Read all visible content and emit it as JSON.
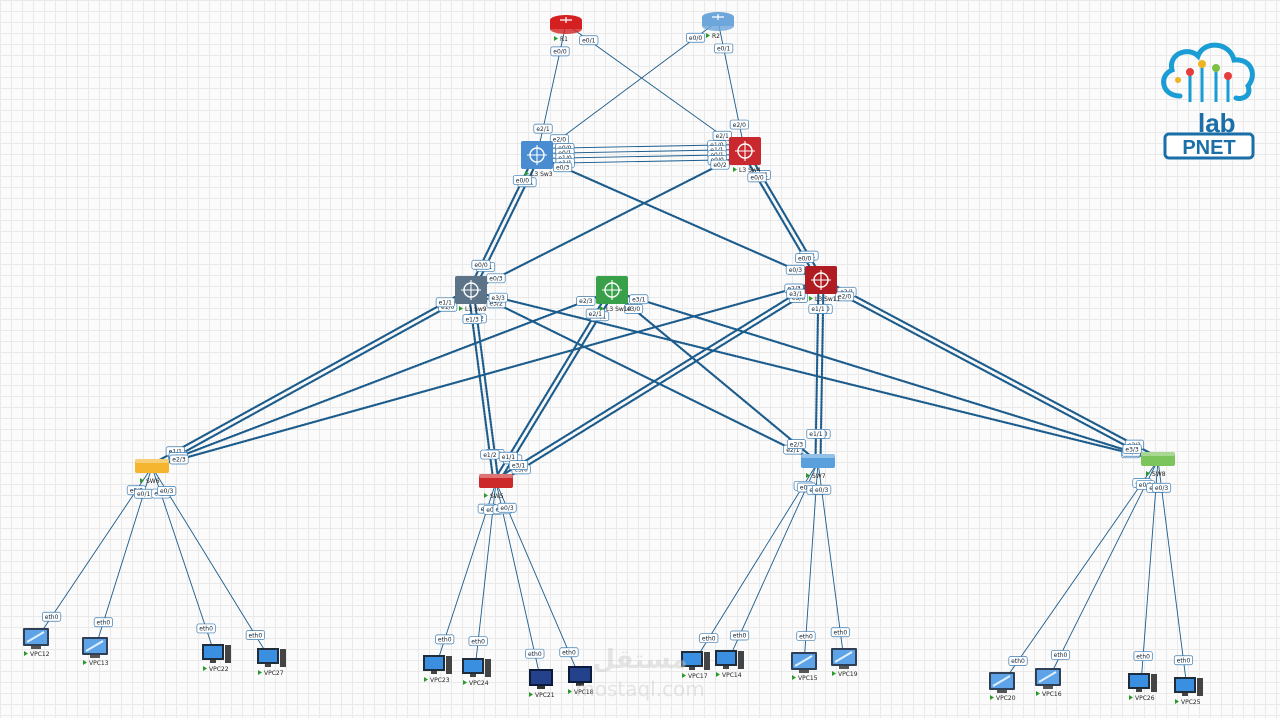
{
  "colors": {
    "link": "#1c5c8c",
    "portFill": "#ffffff",
    "portStroke": "#3a7bb0",
    "routerRed": "#d42020",
    "routerBlue": "#6ea6dc",
    "l3Blue": "#4a8cd0",
    "l3Red": "#c8282e",
    "l3Grey": "#5c7388",
    "l3Green": "#38a048",
    "l3DarkRed": "#b01c22",
    "swYellow": "#f5b52e",
    "swRed": "#cc2a2a",
    "swBlue": "#5aa0dc",
    "swGreen": "#7cc45c"
  },
  "logo": {
    "top": "lab",
    "bottom": "PNET",
    "icon": "cloud-circuit-icon"
  },
  "watermark": {
    "top": "مستقل",
    "bottom": "mostaql.com"
  },
  "devices": [
    {
      "id": "R1",
      "label": "R1",
      "type": "router",
      "color": "routerRed"
    },
    {
      "id": "R2",
      "label": "R2",
      "type": "router",
      "color": "routerBlue"
    },
    {
      "id": "SW3",
      "label": "L3 Sw3",
      "type": "l3",
      "color": "l3Blue"
    },
    {
      "id": "SW4",
      "label": "L3 Sw4",
      "type": "l3",
      "color": "l3Red"
    },
    {
      "id": "SW9",
      "label": "L3 Sw9",
      "type": "l3",
      "color": "l3Grey"
    },
    {
      "id": "SW10",
      "label": "L3 Sw10",
      "type": "l3",
      "color": "l3Green"
    },
    {
      "id": "SW11",
      "label": "L3 Sw11",
      "type": "l3",
      "color": "l3DarkRed"
    },
    {
      "id": "SW6",
      "label": "SW6",
      "type": "switch",
      "color": "swYellow"
    },
    {
      "id": "SW5",
      "label": "SW5",
      "type": "switch",
      "color": "swRed"
    },
    {
      "id": "SW7",
      "label": "SW7",
      "type": "switch",
      "color": "swBlue"
    },
    {
      "id": "SW8",
      "label": "SW8",
      "type": "switch",
      "color": "swGreen"
    },
    {
      "id": "VPC12",
      "label": "VPC12",
      "type": "vpc"
    },
    {
      "id": "VPC13",
      "label": "VPC13",
      "type": "vpc"
    },
    {
      "id": "VPC22",
      "label": "VPC22",
      "type": "pc"
    },
    {
      "id": "VPC27",
      "label": "VPC27",
      "type": "pc"
    },
    {
      "id": "VPC23",
      "label": "VPC23",
      "type": "pc"
    },
    {
      "id": "VPC24",
      "label": "VPC24",
      "type": "pc"
    },
    {
      "id": "VPC21",
      "label": "VPC21",
      "type": "pc2"
    },
    {
      "id": "VPC18",
      "label": "VPC18",
      "type": "pc2"
    },
    {
      "id": "VPC17",
      "label": "VPC17",
      "type": "pc"
    },
    {
      "id": "VPC14",
      "label": "VPC14",
      "type": "pc"
    },
    {
      "id": "VPC15",
      "label": "VPC15",
      "type": "vpc"
    },
    {
      "id": "VPC19",
      "label": "VPC19",
      "type": "vpc"
    },
    {
      "id": "VPC20",
      "label": "VPC20",
      "type": "vpc"
    },
    {
      "id": "VPC16",
      "label": "VPC16",
      "type": "vpc"
    },
    {
      "id": "VPC26",
      "label": "VPC26",
      "type": "pc"
    },
    {
      "id": "VPC25",
      "label": "VPC25",
      "type": "pc"
    }
  ],
  "links": [
    {
      "a": "R1",
      "b": "SW3",
      "pa": "e0/0",
      "pb": "e2/1",
      "style": "solid"
    },
    {
      "a": "R1",
      "b": "SW4",
      "pa": "e0/1",
      "pb": "e2/1",
      "style": "solid"
    },
    {
      "a": "R2",
      "b": "SW3",
      "pa": "e0/0",
      "pb": "e2/0",
      "style": "solid"
    },
    {
      "a": "R2",
      "b": "SW4",
      "pa": "e0/1",
      "pb": "e2/0",
      "style": "solid"
    },
    {
      "a": "SW3",
      "b": "SW4",
      "pa": "e0/0",
      "pb": "e1/0",
      "style": "solid"
    },
    {
      "a": "SW3",
      "b": "SW4",
      "pa": "e0/1",
      "pb": "e1/1",
      "style": "solid"
    },
    {
      "a": "SW3",
      "b": "SW4",
      "pa": "e1/0",
      "pb": "e0/1",
      "style": "solid"
    },
    {
      "a": "SW3",
      "b": "SW4",
      "pa": "e1/1",
      "pb": "e0/0",
      "style": "solid"
    },
    {
      "a": "SW3",
      "b": "SW9",
      "pa": "e0/1",
      "pb": "e0/1",
      "style": "dotted"
    },
    {
      "a": "SW3",
      "b": "SW9",
      "pa": "e0/0",
      "pb": "e0/0",
      "style": "dotted"
    },
    {
      "a": "SW3",
      "b": "SW11",
      "pa": "e0/3",
      "pb": "e0/3",
      "style": "dotted"
    },
    {
      "a": "SW4",
      "b": "SW11",
      "pa": "e0/1",
      "pb": "e0/1",
      "style": "dotted"
    },
    {
      "a": "SW4",
      "b": "SW11",
      "pa": "e0/0",
      "pb": "e0/0",
      "style": "dotted"
    },
    {
      "a": "SW4",
      "b": "SW9",
      "pa": "e0/2",
      "pb": "e0/3",
      "style": "dotted"
    },
    {
      "a": "SW9",
      "b": "SW6",
      "pa": "e1/0",
      "pb": "e1/0",
      "style": "dotted"
    },
    {
      "a": "SW9",
      "b": "SW6",
      "pa": "e1/1",
      "pb": "e1/1",
      "style": "dotted"
    },
    {
      "a": "SW9",
      "b": "SW5",
      "pa": "e1/2",
      "pb": "e1/3",
      "style": "dotted"
    },
    {
      "a": "SW9",
      "b": "SW5",
      "pa": "e1/3",
      "pb": "e1/2",
      "style": "dotted"
    },
    {
      "a": "SW9",
      "b": "SW7",
      "pa": "e3/2",
      "pb": "e2/1",
      "style": "dotted"
    },
    {
      "a": "SW9",
      "b": "SW8",
      "pa": "e3/3",
      "pb": "e3/1",
      "style": "dotted"
    },
    {
      "a": "SW10",
      "b": "SW6",
      "pa": "e2/3",
      "pb": "e2/2",
      "style": "dotted"
    },
    {
      "a": "SW10",
      "b": "SW5",
      "pa": "e1/1",
      "pb": "e1/1",
      "style": "dotted"
    },
    {
      "a": "SW10",
      "b": "SW8",
      "pa": "e3/1",
      "pb": "e2/1",
      "style": "dotted"
    },
    {
      "a": "SW10",
      "b": "SW7",
      "pa": "e3/0",
      "pb": "e2/3",
      "style": "dotted"
    },
    {
      "a": "SW10",
      "b": "SW5",
      "pa": "e2/1",
      "pb": "e1/1",
      "style": "dotted"
    },
    {
      "a": "SW11",
      "b": "SW8",
      "pa": "e2/1",
      "pb": "e2/1",
      "style": "dotted"
    },
    {
      "a": "SW11",
      "b": "SW8",
      "pa": "e2/0",
      "pb": "e3/3",
      "style": "dotted"
    },
    {
      "a": "SW11",
      "b": "SW7",
      "pa": "e1/0",
      "pb": "e1/0",
      "style": "dotted"
    },
    {
      "a": "SW11",
      "b": "SW7",
      "pa": "e1/1",
      "pb": "e1/1",
      "style": "dotted"
    },
    {
      "a": "SW11",
      "b": "SW5",
      "pa": "e3/0",
      "pb": "e3/0",
      "style": "dotted"
    },
    {
      "a": "SW11",
      "b": "SW6",
      "pa": "e2/3",
      "pb": "e2/3",
      "style": "dotted"
    },
    {
      "a": "SW11",
      "b": "SW5",
      "pa": "e3/1",
      "pb": "e3/1",
      "style": "dotted"
    },
    {
      "a": "SW6",
      "b": "VPC12",
      "pa": "e0/0",
      "pb": "eth0",
      "style": "solid"
    },
    {
      "a": "SW6",
      "b": "VPC13",
      "pa": "e0/1",
      "pb": "eth0",
      "style": "solid"
    },
    {
      "a": "SW6",
      "b": "VPC22",
      "pa": "e0/2",
      "pb": "eth0",
      "style": "solid"
    },
    {
      "a": "SW6",
      "b": "VPC27",
      "pa": "e0/3",
      "pb": "eth0",
      "style": "solid"
    },
    {
      "a": "SW5",
      "b": "VPC23",
      "pa": "e0/0",
      "pb": "eth0",
      "style": "solid"
    },
    {
      "a": "SW5",
      "b": "VPC24",
      "pa": "e0/1",
      "pb": "eth0",
      "style": "solid"
    },
    {
      "a": "SW5",
      "b": "VPC21",
      "pa": "e0/2",
      "pb": "eth0",
      "style": "solid"
    },
    {
      "a": "SW5",
      "b": "VPC18",
      "pa": "e0/3",
      "pb": "eth0",
      "style": "solid"
    },
    {
      "a": "SW7",
      "b": "VPC17",
      "pa": "e0/0",
      "pb": "eth0",
      "style": "solid"
    },
    {
      "a": "SW7",
      "b": "VPC14",
      "pa": "e0/1",
      "pb": "eth0",
      "style": "solid"
    },
    {
      "a": "SW7",
      "b": "VPC15",
      "pa": "e0/2",
      "pb": "eth0",
      "style": "solid"
    },
    {
      "a": "SW7",
      "b": "VPC19",
      "pa": "e0/3",
      "pb": "eth0",
      "style": "solid"
    },
    {
      "a": "SW8",
      "b": "VPC20",
      "pa": "e0/0",
      "pb": "eth0",
      "style": "solid"
    },
    {
      "a": "SW8",
      "b": "VPC16",
      "pa": "e0/1",
      "pb": "eth0",
      "style": "solid"
    },
    {
      "a": "SW8",
      "b": "VPC26",
      "pa": "e0/2",
      "pb": "eth0",
      "style": "solid"
    },
    {
      "a": "SW8",
      "b": "VPC25",
      "pa": "e0/3",
      "pb": "eth0",
      "style": "solid"
    }
  ]
}
